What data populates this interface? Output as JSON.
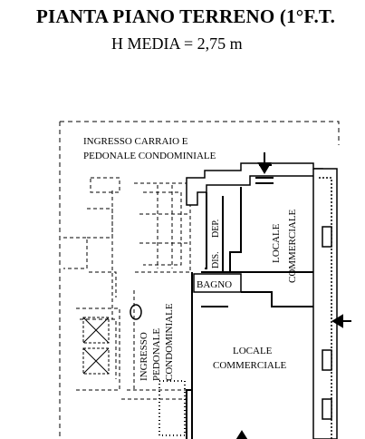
{
  "header": {
    "title": "PIANTA PIANO TERRENO (1°F.T.",
    "subtitle": "H MEDIA = 2,75 m"
  },
  "rooms": {
    "ingresso_carraio_line1": "INGRESSO CARRAIO E",
    "ingresso_carraio_line2": "PEDONALE CONDOMINIALE",
    "dep": "DEP.",
    "dis": "DIS.",
    "bagno": "BAGNO",
    "locale_top_line1": "LOCALE",
    "locale_top_line2": "COMMERCIALE",
    "ingresso_ped_line1": "INGRESSO",
    "ingresso_ped_line2": "PEDONALE",
    "ingresso_ped_line3": "CONDOMINIALE",
    "locale_bottom_line1": "LOCALE",
    "locale_bottom_line2": "COMMERCIALE"
  }
}
